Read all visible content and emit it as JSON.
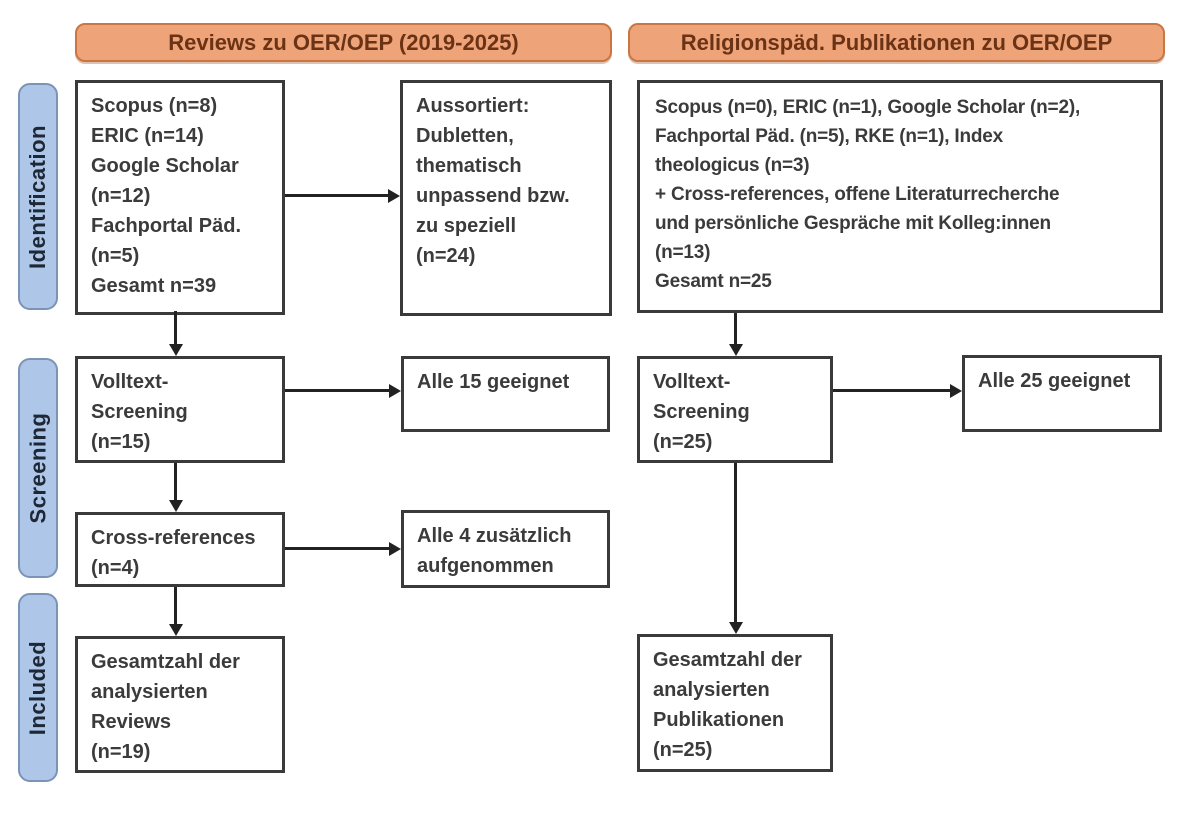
{
  "headers": {
    "left": "Reviews zu OER/OEP (2019-2025)",
    "right": "Religionspäd. Publikationen zu OER/OEP"
  },
  "side_labels": {
    "identification": "Identification",
    "screening": "Screening",
    "included": "Included"
  },
  "boxes": {
    "reviews_sources": {
      "lines": [
        "Scopus (n=8)",
        "ERIC (n=14)",
        "Google Scholar",
        "(n=12)",
        "Fachportal Päd.",
        "(n=5)",
        "Gesamt n=39"
      ]
    },
    "reviews_excluded": {
      "lines": [
        "Aussortiert:",
        "Dubletten,",
        "thematisch",
        "unpassend bzw.",
        "zu speziell",
        "(n=24)"
      ]
    },
    "reviews_fulltext": {
      "lines": [
        "Volltext-",
        "Screening",
        "(n=15)"
      ]
    },
    "reviews_eligible": {
      "lines": [
        "Alle 15 geeignet"
      ]
    },
    "reviews_crossref": {
      "lines": [
        "Cross-references",
        "(n=4)"
      ]
    },
    "reviews_added": {
      "lines": [
        "Alle 4 zusätzlich",
        "aufgenommen"
      ]
    },
    "reviews_total": {
      "lines": [
        "Gesamtzahl der",
        "analysierten",
        "Reviews",
        "(n=19)"
      ]
    },
    "publications_sources": {
      "lines": [
        "Scopus (n=0), ERIC (n=1), Google Scholar (n=2),",
        "Fachportal Päd. (n=5), RKE (n=1), Index",
        "theologicus (n=3)",
        "+ Cross-references, offene Literaturrecherche",
        "und persönliche Gespräche mit Kolleg:innen",
        "(n=13)",
        "Gesamt n=25"
      ]
    },
    "publications_fulltext": {
      "lines": [
        "Volltext-",
        "Screening",
        "(n=25)"
      ]
    },
    "publications_eligible": {
      "lines": [
        "Alle 25 geeignet"
      ]
    },
    "publications_total": {
      "lines": [
        "Gesamtzahl der",
        "analysierten",
        "Publikationen",
        "(n=25)"
      ]
    }
  },
  "colors": {
    "header_fill": "#efa379",
    "header_border": "#c97643",
    "header_text": "#6b3316",
    "label_fill": "#aec6e8",
    "label_border": "#7b93b5",
    "label_text": "#1e2735",
    "box_border": "#3a3a3a",
    "box_text": "#3b3b3b",
    "arrow": "#222222"
  }
}
